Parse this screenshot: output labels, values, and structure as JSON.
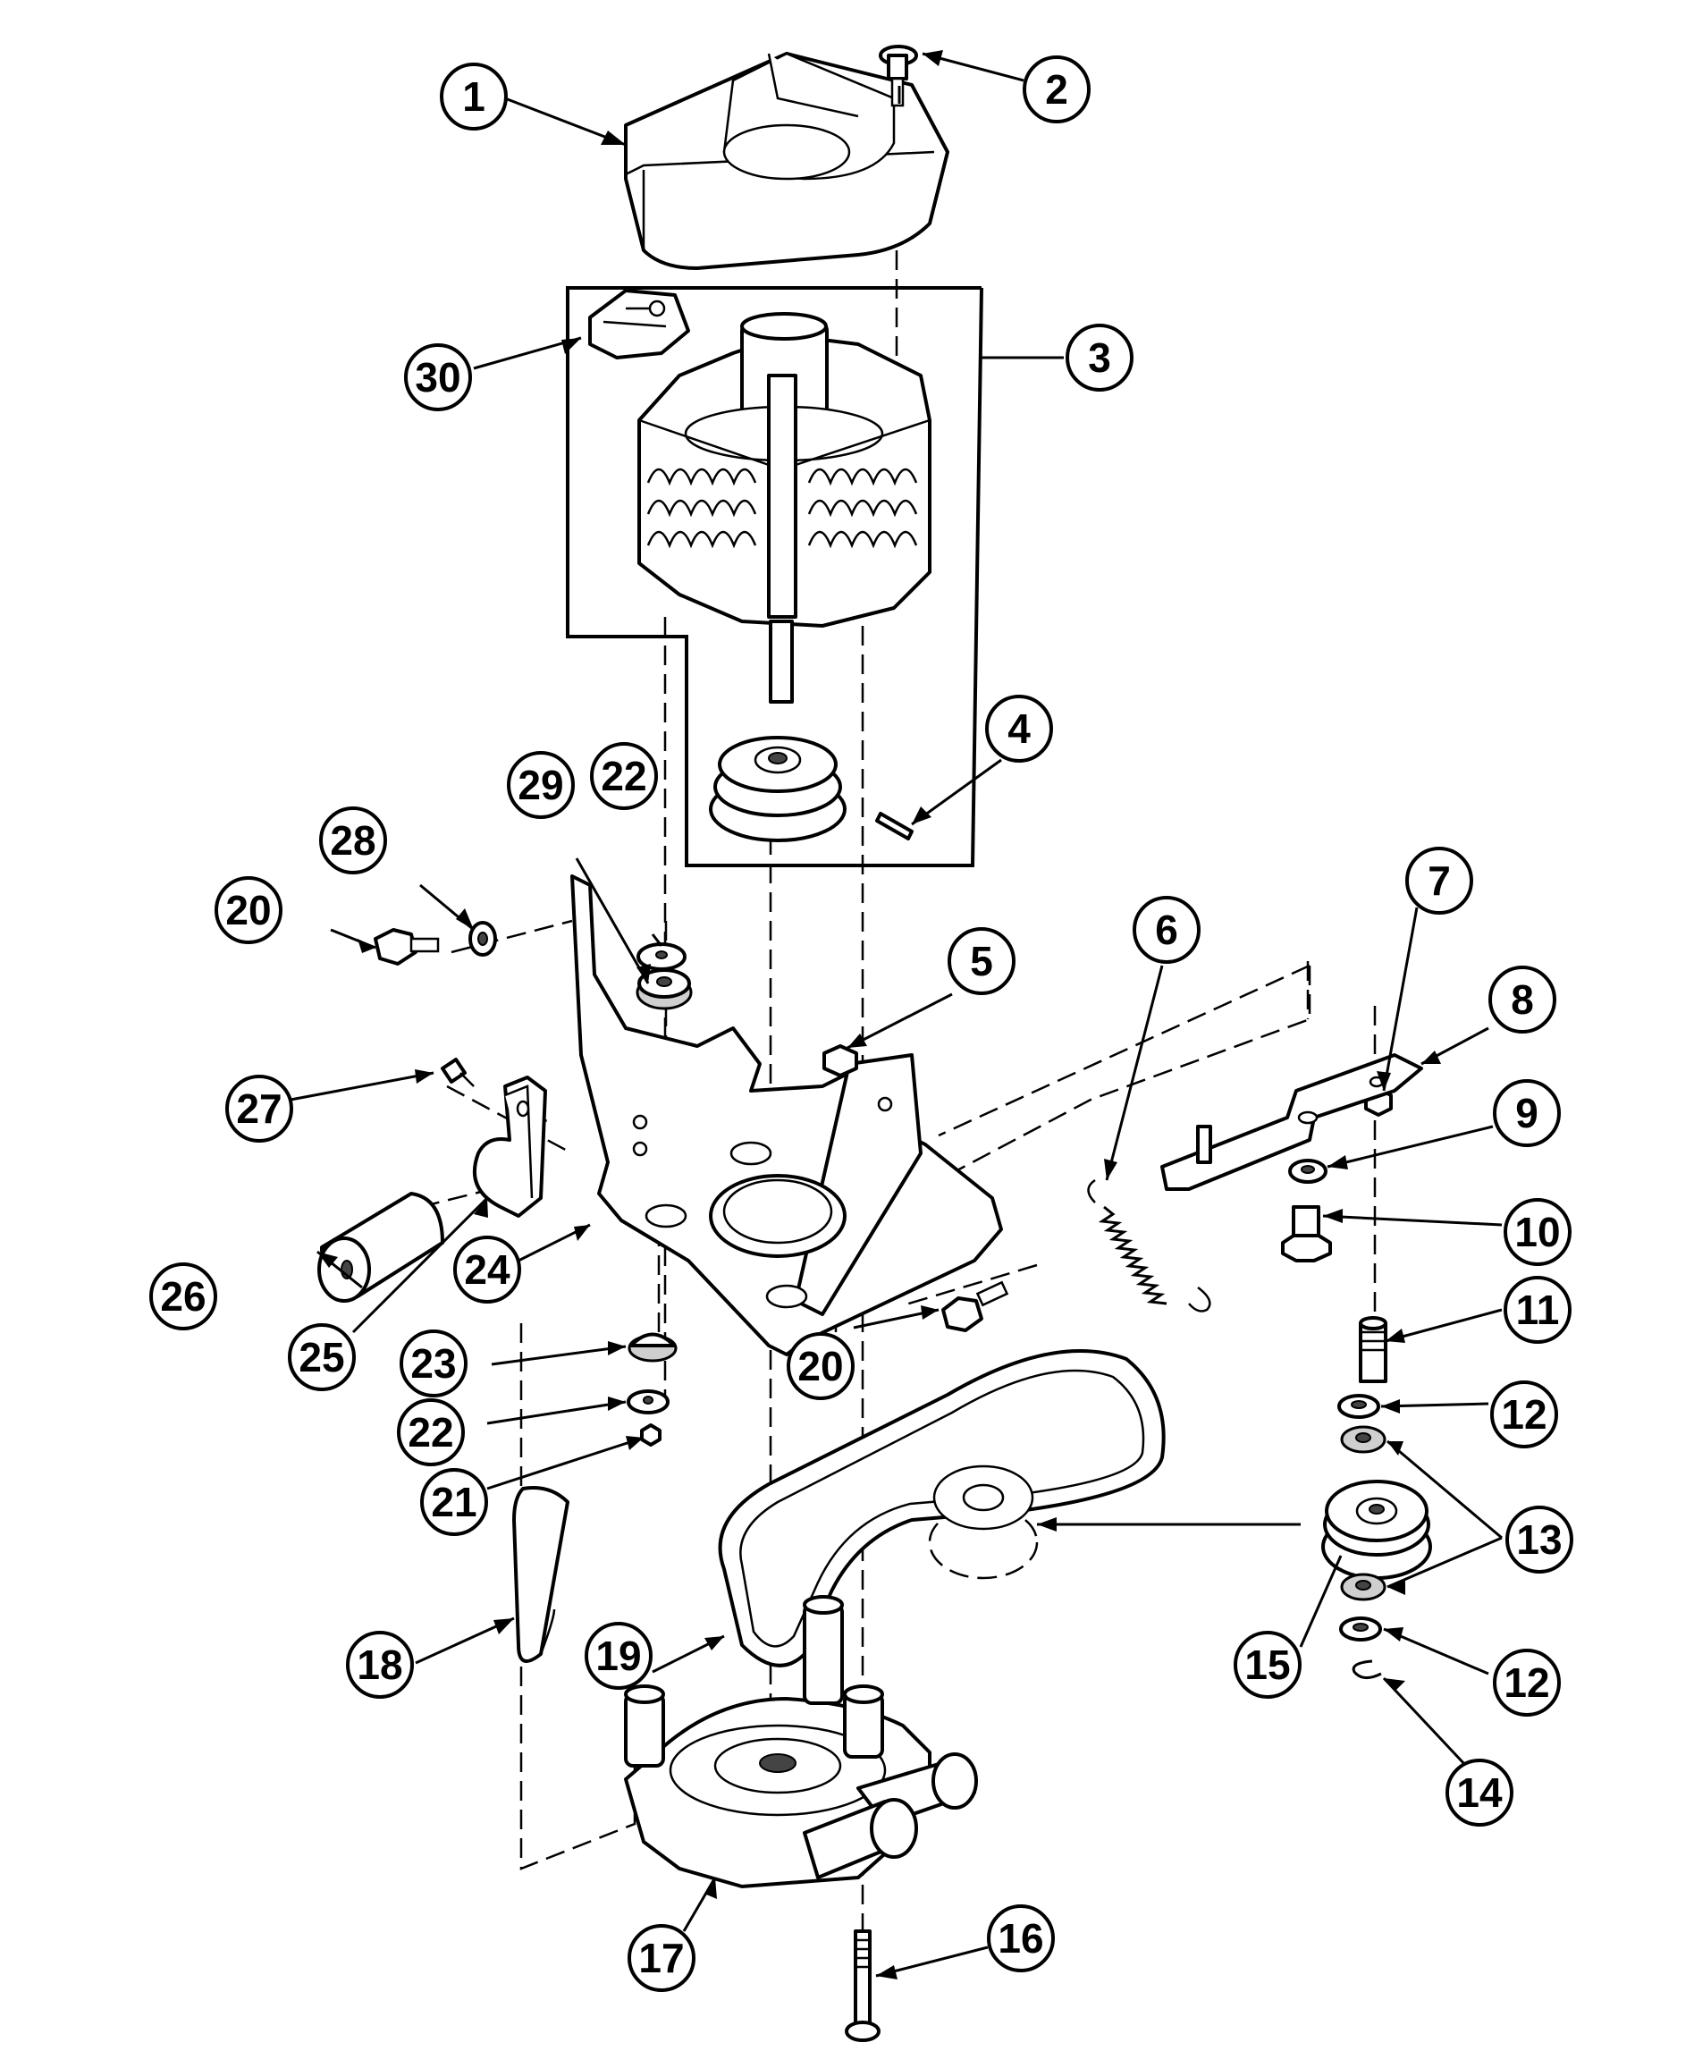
{
  "callouts": [
    {
      "id": "c1",
      "label": "1"
    },
    {
      "id": "c2",
      "label": "2"
    },
    {
      "id": "c3",
      "label": "3"
    },
    {
      "id": "c4",
      "label": "4"
    },
    {
      "id": "c5",
      "label": "5"
    },
    {
      "id": "c6",
      "label": "6"
    },
    {
      "id": "c7",
      "label": "7"
    },
    {
      "id": "c8",
      "label": "8"
    },
    {
      "id": "c9",
      "label": "9"
    },
    {
      "id": "c10",
      "label": "10"
    },
    {
      "id": "c11",
      "label": "11"
    },
    {
      "id": "c12a",
      "label": "12"
    },
    {
      "id": "c13",
      "label": "13"
    },
    {
      "id": "c12b",
      "label": "12"
    },
    {
      "id": "c14",
      "label": "14"
    },
    {
      "id": "c15",
      "label": "15"
    },
    {
      "id": "c16",
      "label": "16"
    },
    {
      "id": "c17",
      "label": "17"
    },
    {
      "id": "c18",
      "label": "18"
    },
    {
      "id": "c19",
      "label": "19"
    },
    {
      "id": "c20a",
      "label": "20"
    },
    {
      "id": "c20b",
      "label": "20"
    },
    {
      "id": "c21",
      "label": "21"
    },
    {
      "id": "c22a",
      "label": "22"
    },
    {
      "id": "c22b",
      "label": "22"
    },
    {
      "id": "c23",
      "label": "23"
    },
    {
      "id": "c24",
      "label": "24"
    },
    {
      "id": "c25",
      "label": "25"
    },
    {
      "id": "c26",
      "label": "26"
    },
    {
      "id": "c27",
      "label": "27"
    },
    {
      "id": "c28",
      "label": "28"
    },
    {
      "id": "c29",
      "label": "29"
    },
    {
      "id": "c30",
      "label": "30"
    }
  ]
}
